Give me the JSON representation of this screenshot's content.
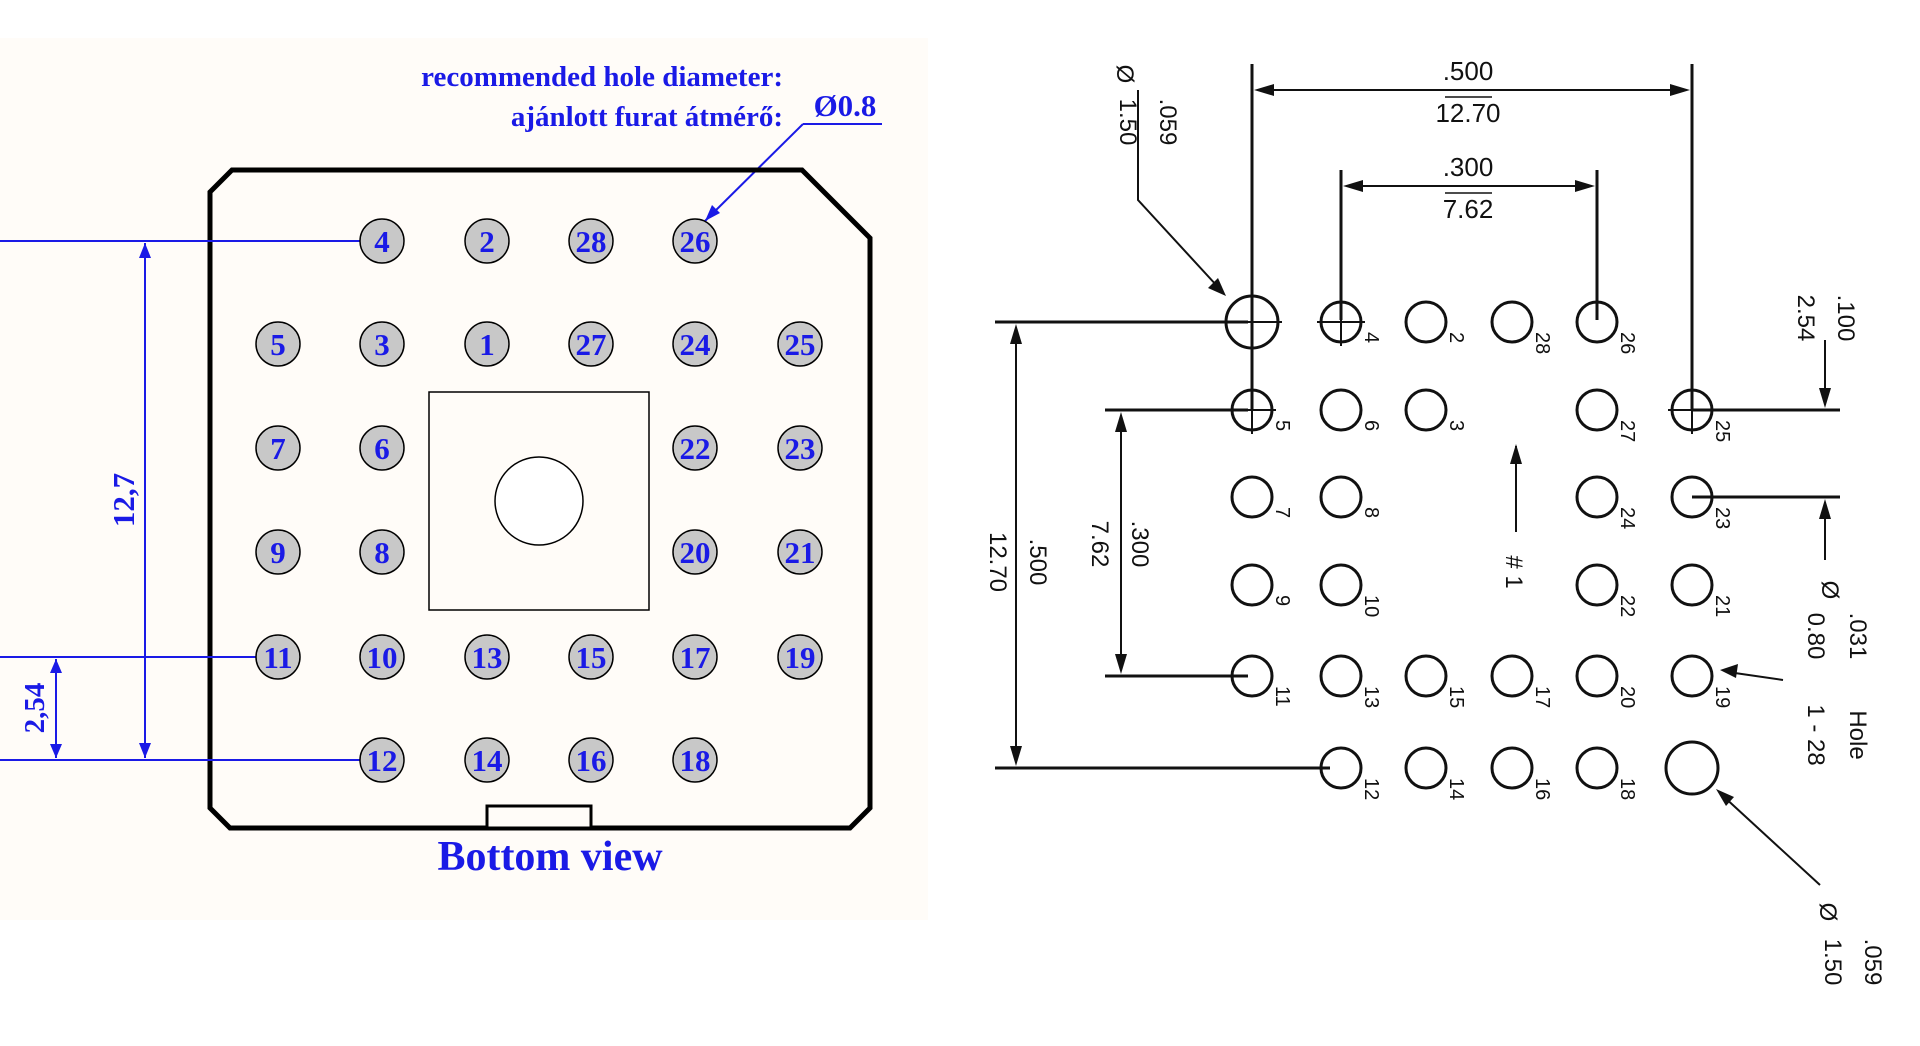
{
  "left_panel": {
    "header_line1": "recommended hole diameter:",
    "header_line2": "ajánlott furat átmérő:",
    "hole_diameter": "Ø0.8",
    "dim_vertical_span": "12,7",
    "dim_pitch": "2,54",
    "footer": "Bottom view",
    "pins": [
      "4",
      "2",
      "28",
      "26",
      "5",
      "3",
      "1",
      "27",
      "24",
      "25",
      "7",
      "6",
      "22",
      "23",
      "9",
      "8",
      "20",
      "21",
      "11",
      "10",
      "13",
      "15",
      "17",
      "19",
      "12",
      "14",
      "16",
      "18"
    ]
  },
  "right_panel": {
    "dim_top_outer_in": ".500",
    "dim_top_outer_mm": "12.70",
    "dim_top_inner_in": ".300",
    "dim_top_inner_mm": "7.62",
    "dim_left_outer_in": ".500",
    "dim_left_outer_mm": "12.70",
    "dim_left_inner_in": ".300",
    "dim_left_inner_mm": "7.62",
    "dim_pitch_in": ".100",
    "dim_pitch_mm": "2.54",
    "big_hole_top_in": ".059",
    "big_hole_top_mm": "1.50",
    "big_hole_bottom_in": ".059",
    "big_hole_bottom_mm": "1.50",
    "small_hole_in": ".031",
    "small_hole_mm": "0.80",
    "small_hole_note": "1 - 28",
    "hole_word": "Hole",
    "diameter_symbol": "Ø",
    "pin1_marker": "# 1",
    "pins": [
      "4",
      "2",
      "28",
      "26",
      "5",
      "6",
      "3",
      "27",
      "25",
      "7",
      "8",
      "24",
      "23",
      "9",
      "10",
      "22",
      "21",
      "11",
      "13",
      "15",
      "17",
      "20",
      "19",
      "12",
      "14",
      "16",
      "18"
    ]
  },
  "colors": {
    "blue": "#1a1ae6",
    "pin_fill": "#c8c8c8",
    "panel_bg": "#fffcf8",
    "ink": "#111111"
  }
}
